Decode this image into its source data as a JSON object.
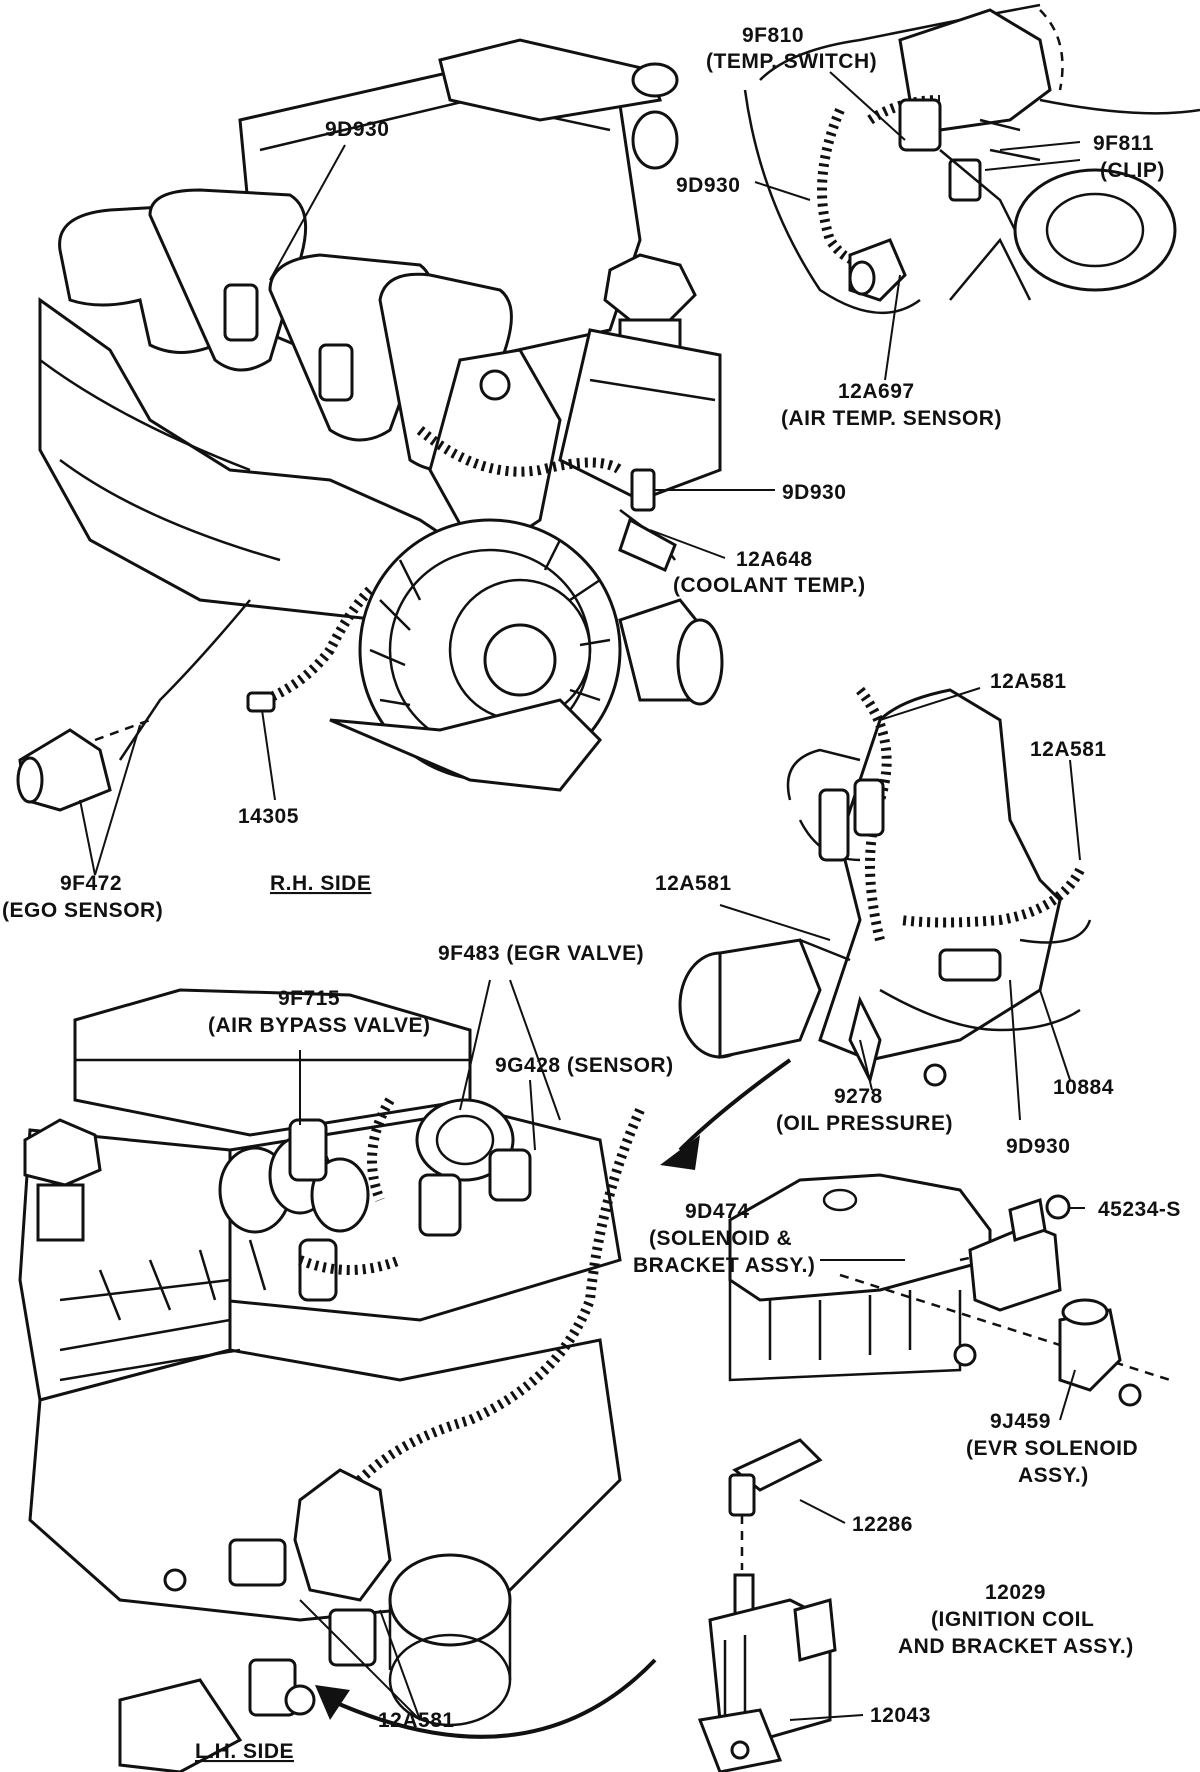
{
  "callouts": {
    "temp_switch_num": "9F810",
    "temp_switch_name": "(TEMP. SWITCH)",
    "clip_num": "9F811",
    "clip_name": "(CLIP)",
    "harness_top_left": "9D930",
    "harness_top_right": "9D930",
    "air_temp_num": "12A697",
    "air_temp_name": "(AIR TEMP. SENSOR)",
    "harness_coolant": "9D930",
    "coolant_num": "12A648",
    "coolant_name": "(COOLANT TEMP.)",
    "alt_harness": "14305",
    "ego_num": "9F472",
    "ego_name": "(EGO SENSOR)",
    "rh_side": "R.H. SIDE",
    "harness_a": "12A581",
    "harness_b": "12A581",
    "harness_c": "12A581",
    "oil_num": "9278",
    "oil_name": "(OIL PRESSURE)",
    "part_10884": "10884",
    "harness_oil": "9D930",
    "egr_valve": "9F483 (EGR VALVE)",
    "bypass_num": "9F715",
    "bypass_name": "(AIR BYPASS VALVE)",
    "sensor": "9G428 (SENSOR)",
    "sol_num": "9D474",
    "sol_name1": "(SOLENOID &",
    "sol_name2": "BRACKET ASSY.)",
    "nut": "45234-S",
    "evr_num": "9J459",
    "evr_name1": "(EVR SOLENOID",
    "evr_name2": "ASSY.)",
    "lead": "12286",
    "coil_num": "12029",
    "coil_name1": "(IGNITION COIL",
    "coil_name2": "AND BRACKET ASSY.)",
    "bracket": "12043",
    "harness_bottom": "12A581",
    "lh_side": "L.H. SIDE"
  }
}
